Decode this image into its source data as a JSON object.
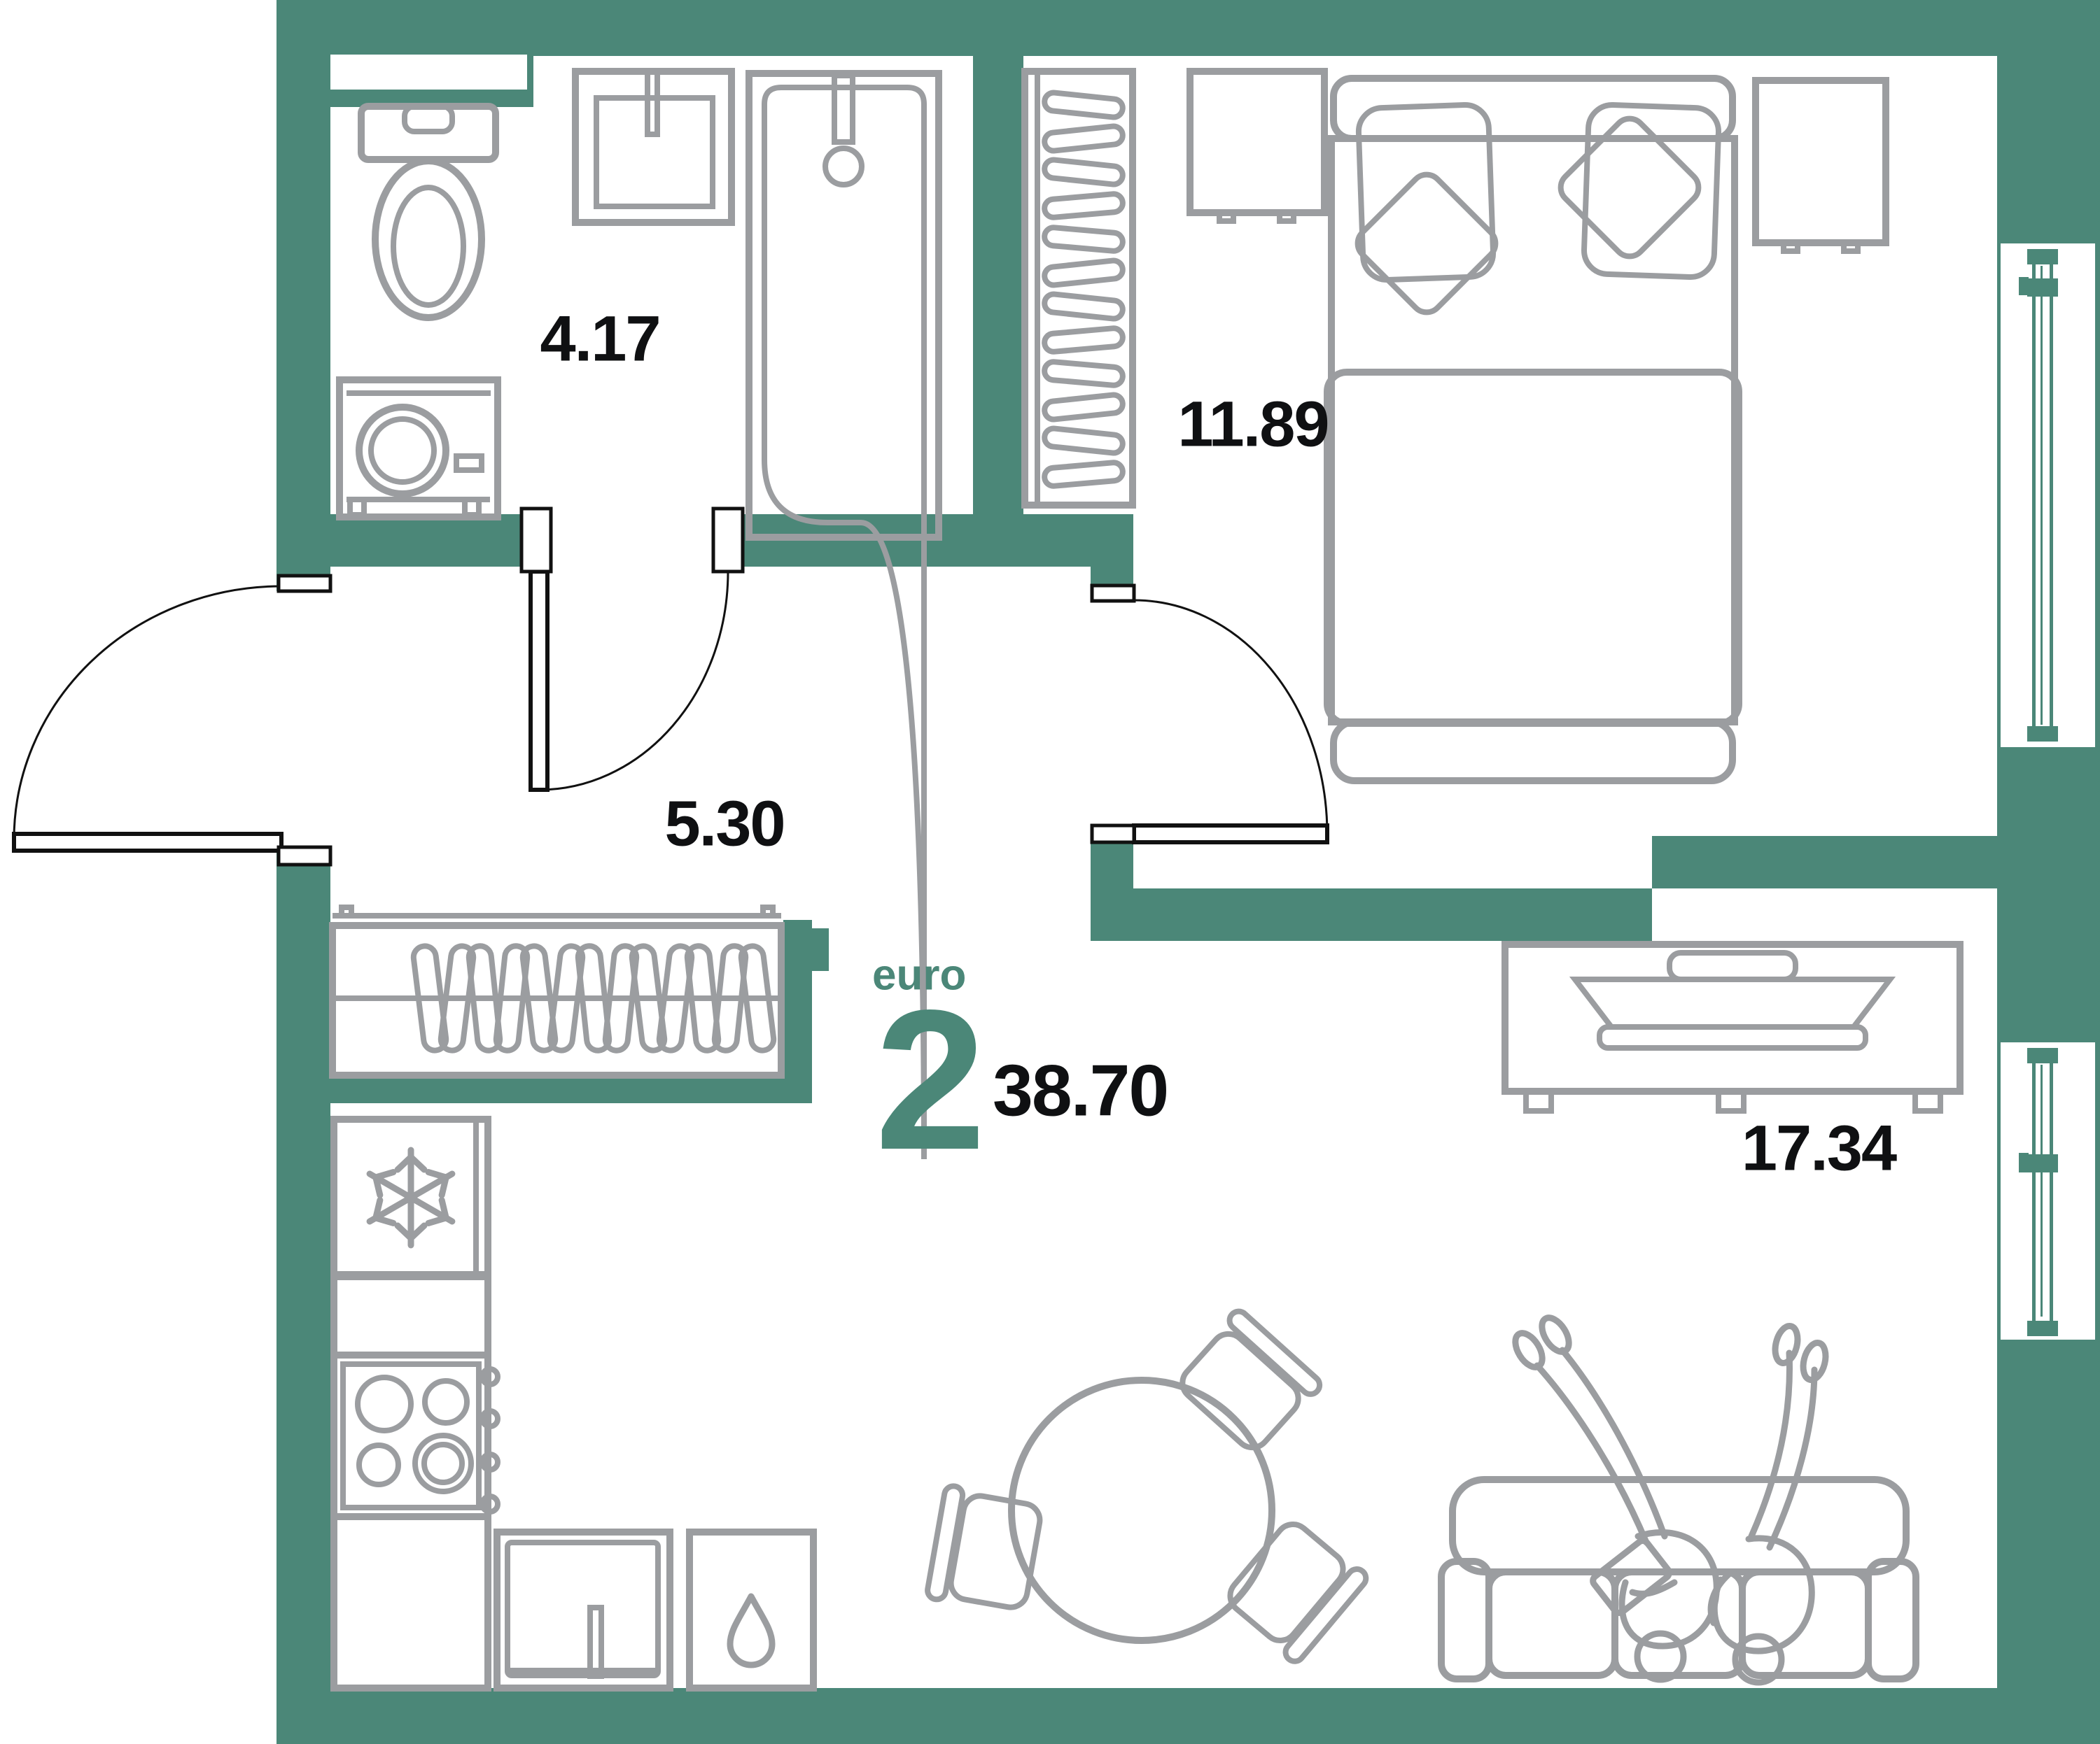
{
  "plan": {
    "type_label": "euro",
    "rooms_count_label": "2",
    "total_area_label": "38.70",
    "rooms": [
      {
        "id": "bathroom",
        "area_label": "4.17"
      },
      {
        "id": "bedroom",
        "area_label": "11.89"
      },
      {
        "id": "hallway",
        "area_label": "5.30"
      },
      {
        "id": "kitchen-living-room",
        "area_label": "17.34"
      }
    ],
    "colors": {
      "wall": "#4b8778",
      "furniture": "#9b9da0",
      "text": "#0f1012",
      "paper": "#ffffff",
      "door": "#111111"
    },
    "icons": {
      "freezer": "snowflake-icon",
      "kitchen-sink-cabinet": "water-drop-icon"
    }
  }
}
